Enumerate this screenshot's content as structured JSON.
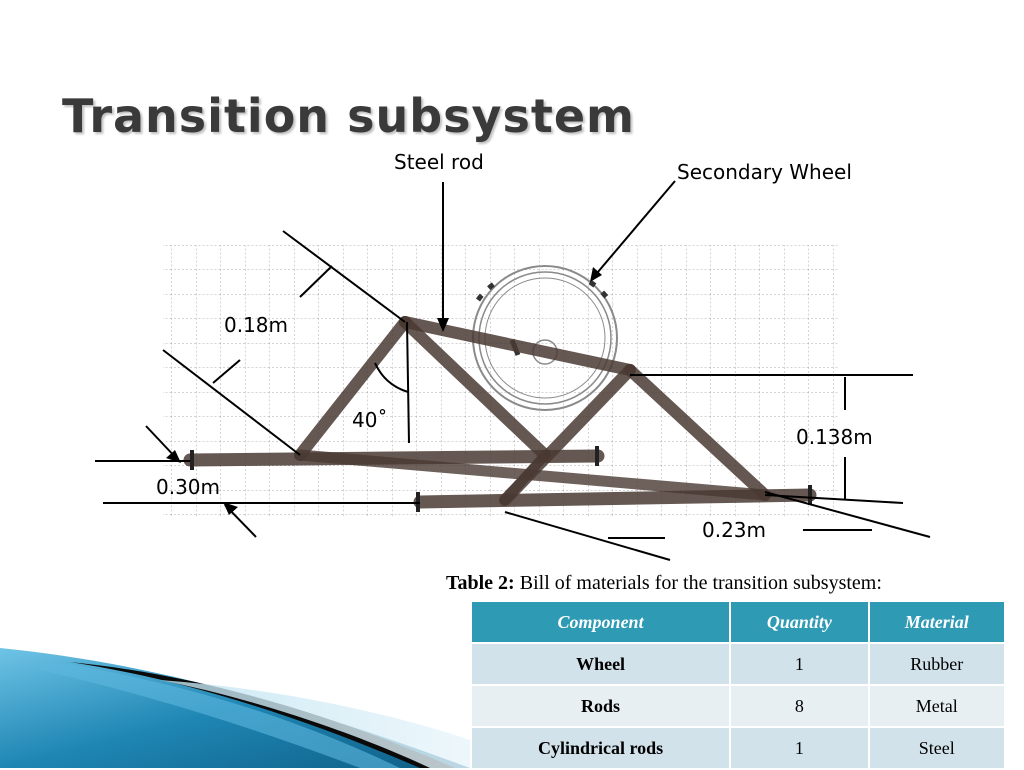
{
  "slide": {
    "title": "Transition subsystem"
  },
  "diagram": {
    "labels": {
      "steel_rod": "Steel rod",
      "secondary_wheel": "Secondary Wheel",
      "dim_018": "0.18m",
      "angle_40": "40˚",
      "dim_0138": "0.138m",
      "dim_030": "0.30m",
      "dim_023": "0.23m"
    }
  },
  "table": {
    "caption_bold": "Table 2:",
    "caption_text": " Bill of materials for the transition subsystem:",
    "headers": [
      "Component",
      "Quantity",
      "Material"
    ],
    "rows": [
      [
        "Wheel",
        "1",
        "Rubber"
      ],
      [
        "Rods",
        "8",
        "Metal"
      ],
      [
        "Cylindrical rods",
        "1",
        "Steel"
      ]
    ]
  },
  "colors": {
    "header_bg": "#2e9ab4",
    "row_bg_dark": "#d2e2ea",
    "row_bg_light": "#e8eff3",
    "rod_color": "#4a3a33",
    "accent_blue": "#1e7ea8"
  }
}
